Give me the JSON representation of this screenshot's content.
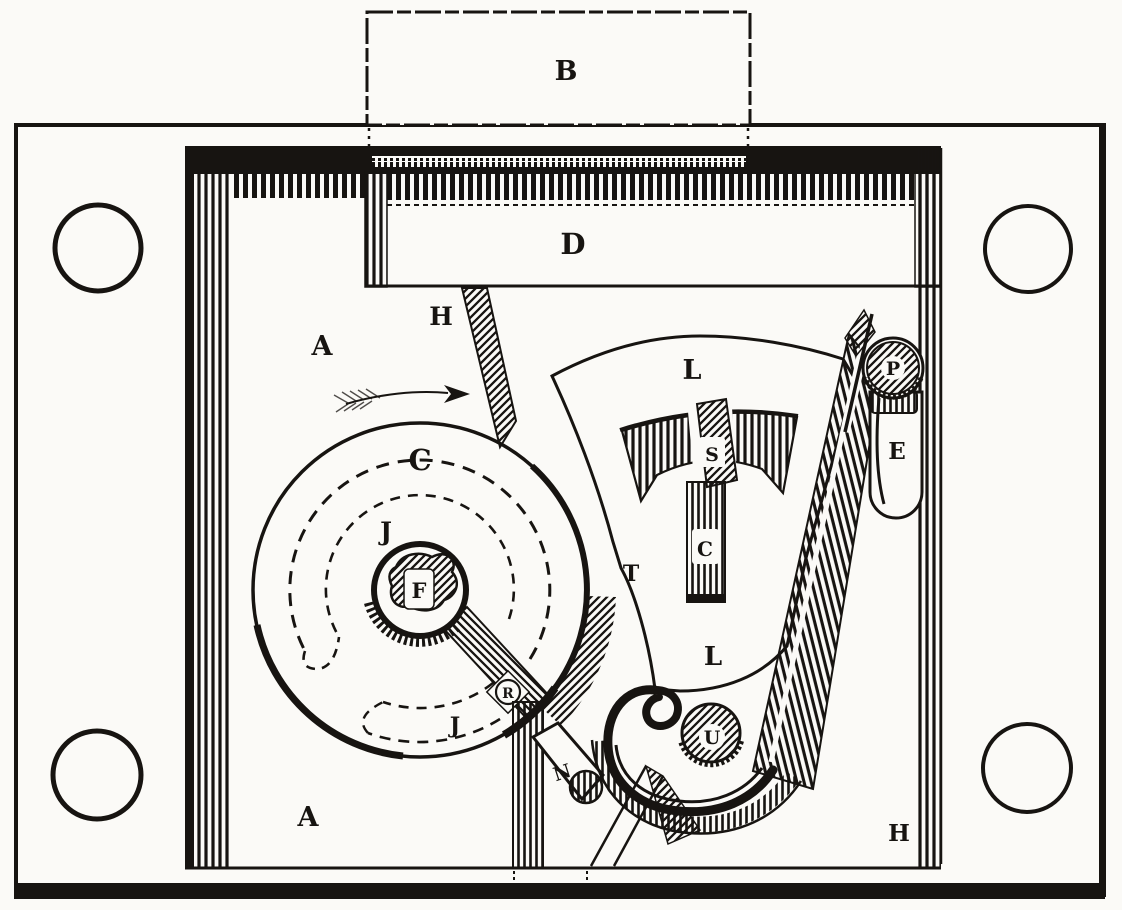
{
  "palette": {
    "ink": "#171411",
    "paper": "#fbfaf7"
  },
  "figure": {
    "type": "engraved-mechanism-plan",
    "labels": {
      "b": "B",
      "d": "D",
      "a_upper": "A",
      "a_lower": "A",
      "h_blade": "H",
      "h_corner": "H",
      "c_disc": "C",
      "c_stem": "C",
      "j_upper": "J",
      "j_lower": "J",
      "f": "F",
      "r": "R",
      "n": "N",
      "t": "T",
      "l_upper": "L",
      "l_lower": "L",
      "s": "S",
      "u": "U",
      "p": "P",
      "e": "E"
    }
  }
}
